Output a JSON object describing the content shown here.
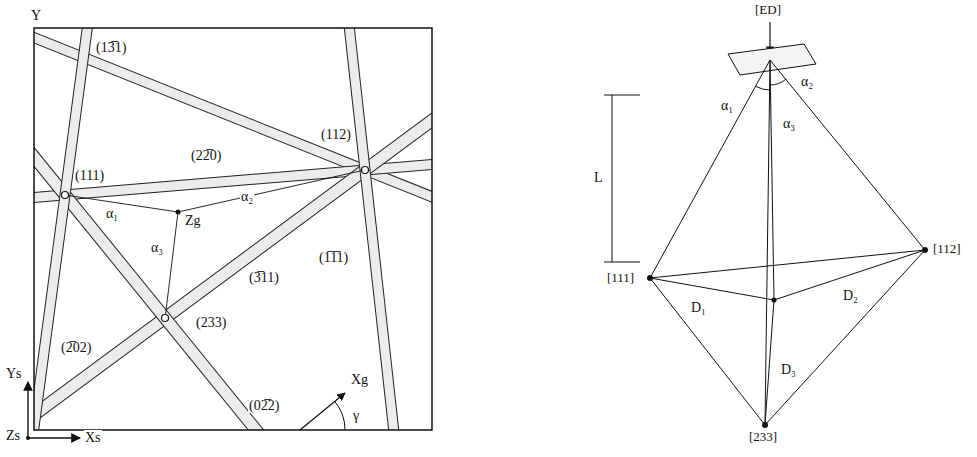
{
  "diagram": {
    "labels": [
      "Y",
      "(13̅1)",
      "(112)",
      "(22̅0)",
      "(111)",
      "α₁",
      "α₂",
      "Zg",
      "α₃",
      "(3̅11)",
      "(1̅1̅1)",
      "(2̅02)",
      "(233)",
      "(02̅2)",
      "Xg",
      "γ",
      "Ys",
      "Zs",
      "Xs",
      "[ED]",
      "L",
      "α₁",
      "α₂",
      "α₃",
      "[111]",
      "[112]",
      "D₁",
      "D₂",
      "D₃",
      "[233]"
    ]
  }
}
